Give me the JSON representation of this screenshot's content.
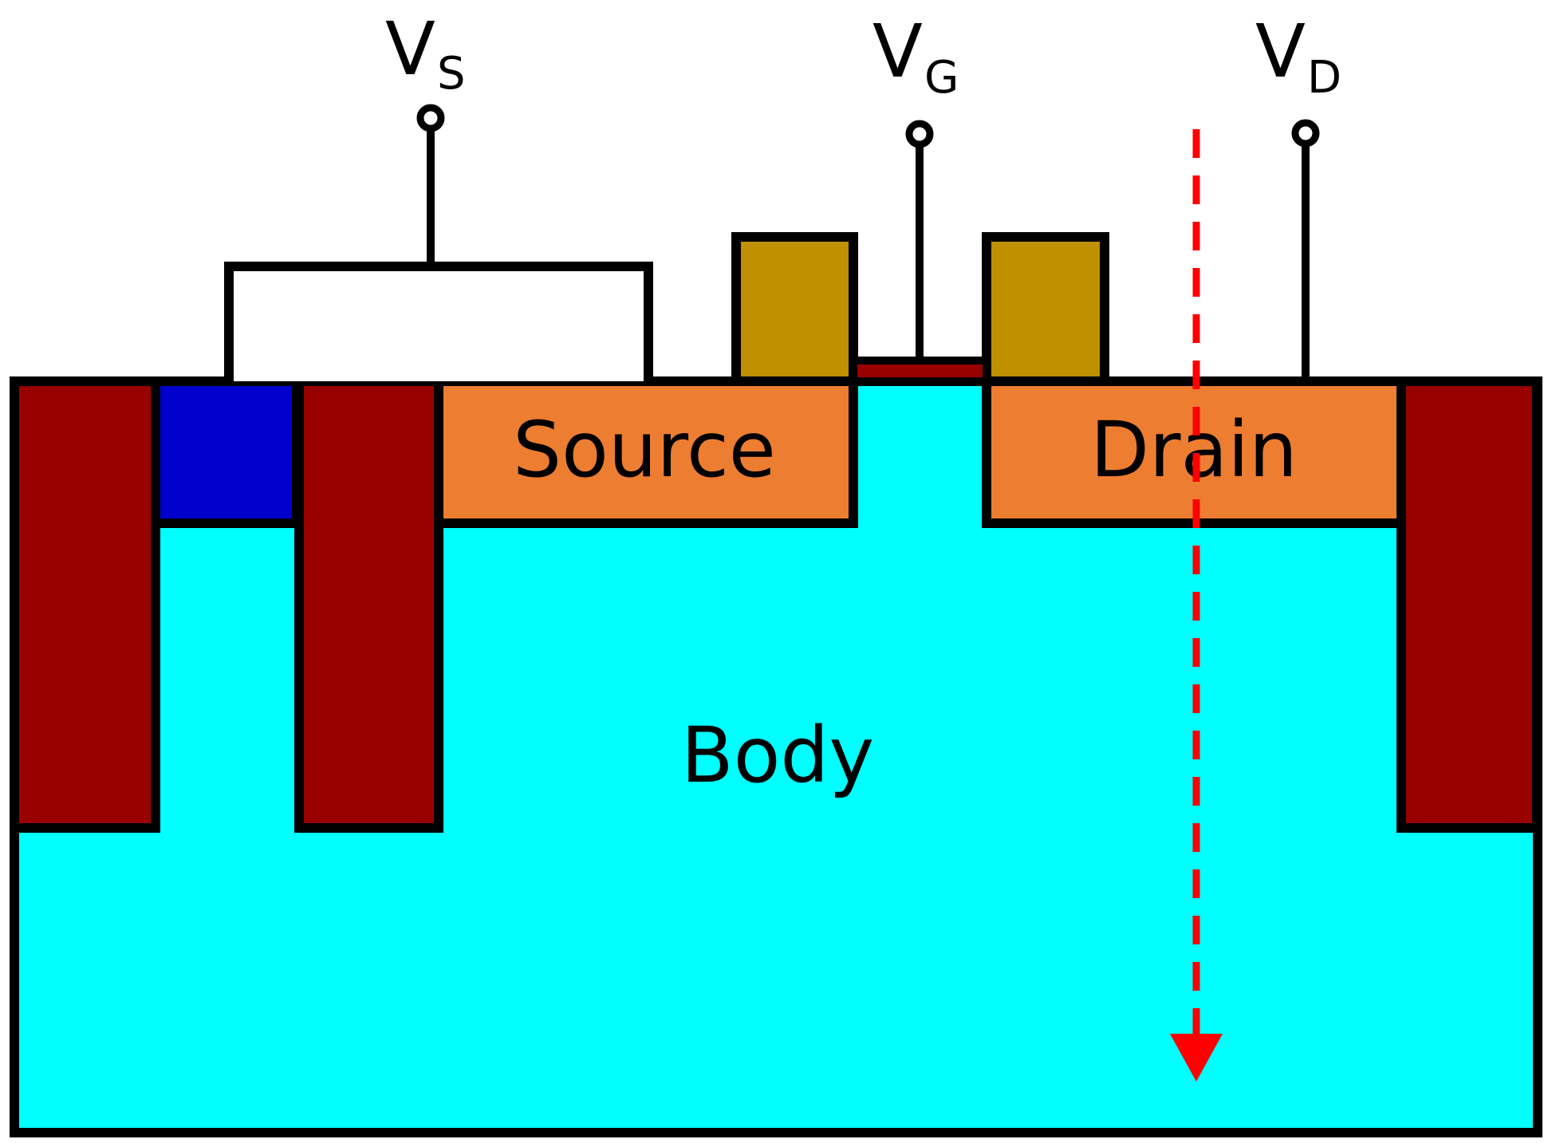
{
  "labels": {
    "vs_main": "V",
    "vs_sub": "S",
    "vg_main": "V",
    "vg_sub": "G",
    "vd_main": "V",
    "vd_sub": "D",
    "source": "Source",
    "drain": "Drain",
    "body": "Body"
  },
  "colors": {
    "body": "#00ffff",
    "isolation": "#990000",
    "body_contact": "#0000cc",
    "source_drain": "#ed7d31",
    "spacer": "#bf9000",
    "gate": "#990000",
    "outline": "#000000",
    "arrow": "#ff0000",
    "background": "#ffffff"
  }
}
